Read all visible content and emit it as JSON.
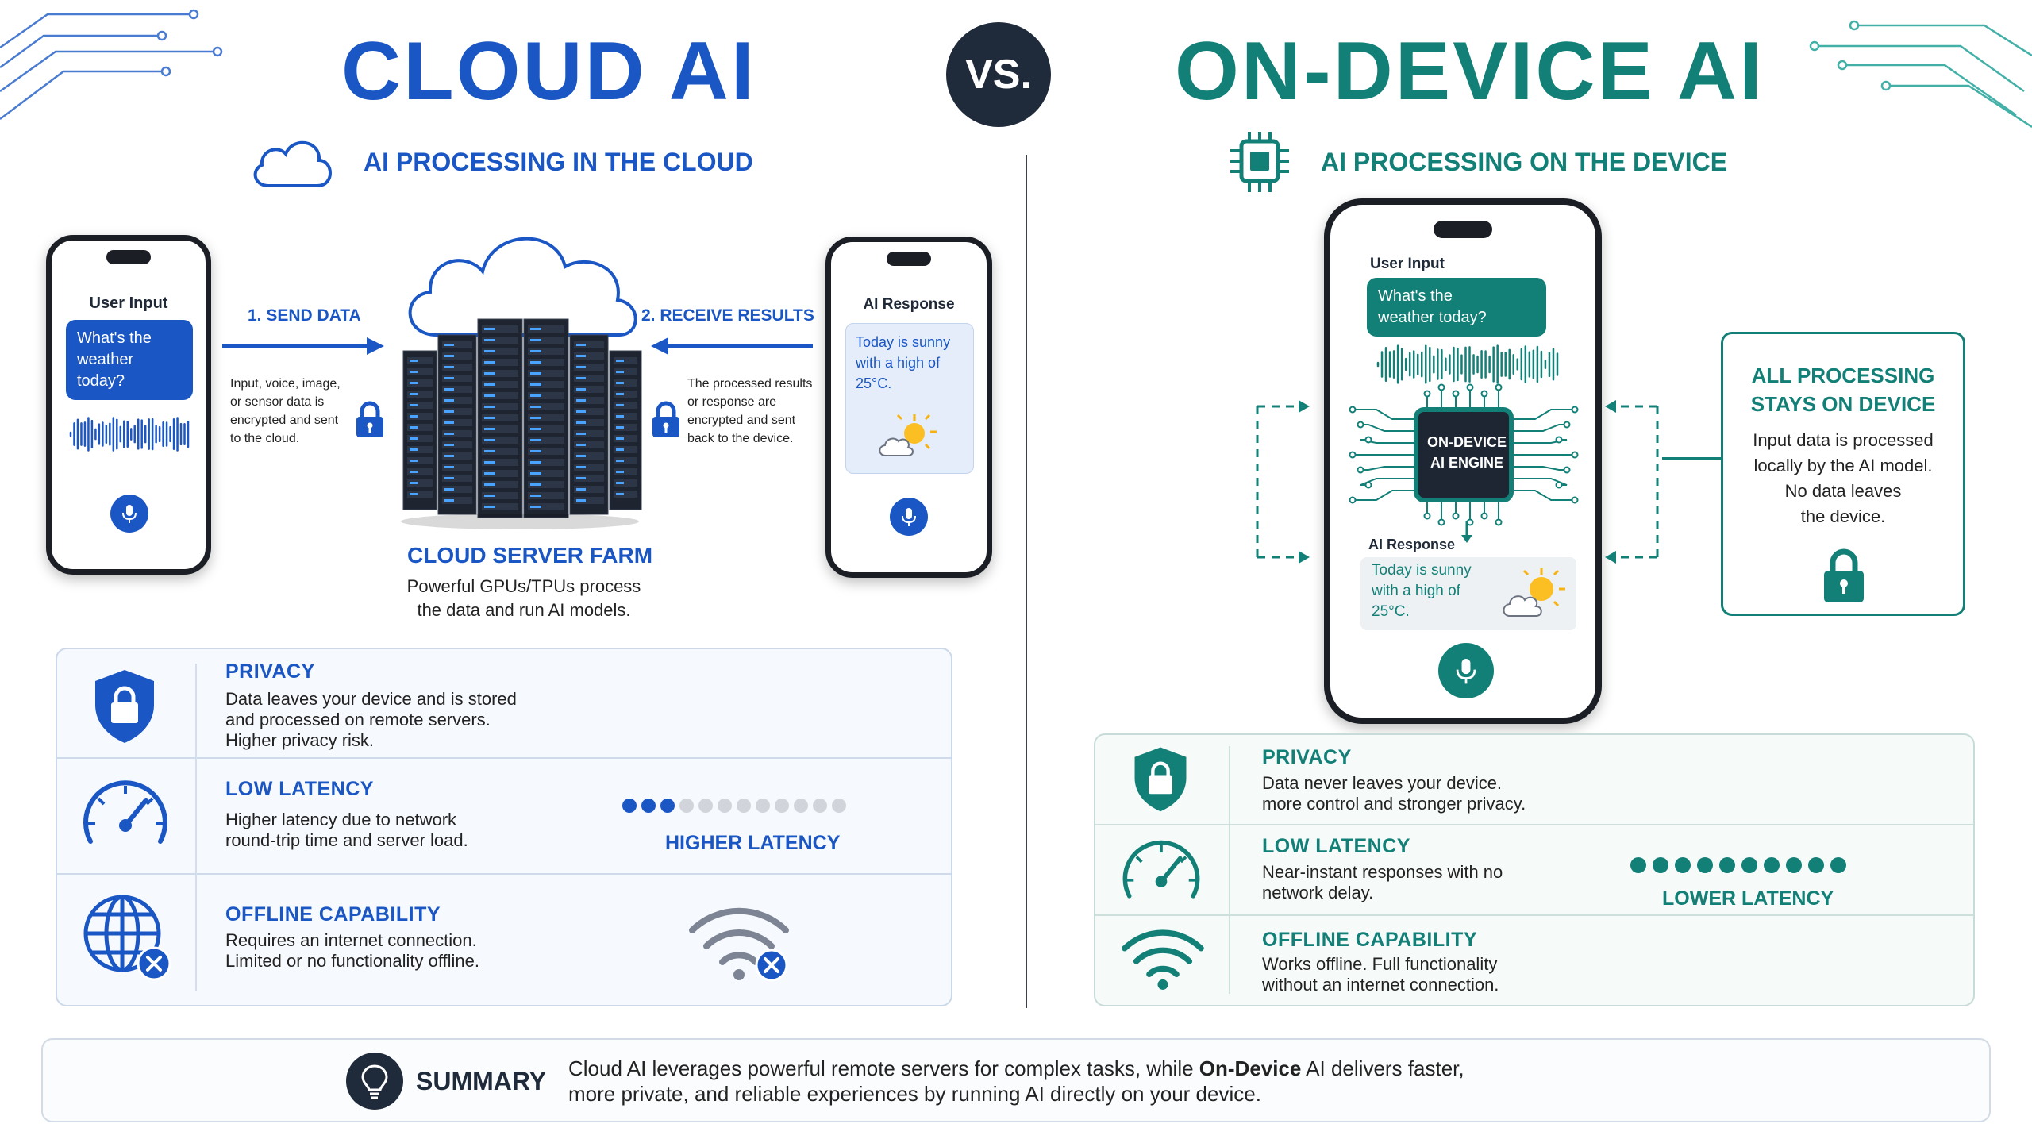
{
  "header": {
    "cloud_title": "CLOUD AI",
    "vs": "VS.",
    "device_title": "ON-DEVICE AI"
  },
  "cloud": {
    "subtitle": "AI PROCESSING IN THE CLOUD",
    "user_phone": {
      "label": "User Input",
      "bubble": [
        "What's the",
        "weather today?"
      ]
    },
    "send": {
      "label": "1. SEND DATA",
      "desc": [
        "Input, voice, image,",
        "or sensor data is",
        "encrypted and sent",
        "to the cloud."
      ]
    },
    "receive": {
      "label": "2. RECEIVE RESULTS",
      "desc": [
        "The processed results",
        "or response are",
        "encrypted and sent",
        "back to the device."
      ]
    },
    "server": {
      "title": "CLOUD SERVER FARM",
      "desc": [
        "Powerful GPUs/TPUs process",
        "the data and run AI models."
      ]
    },
    "response_phone": {
      "label": "AI Response",
      "bubble": [
        "Today is sunny",
        "with a high of",
        "25°C."
      ]
    },
    "features": {
      "privacy": {
        "title": "PRIVACY",
        "desc": [
          "Data leaves your device and is stored",
          "and processed on remote servers.",
          "Higher privacy risk."
        ]
      },
      "latency": {
        "title": "LOW LATENCY",
        "desc": [
          "Higher latency due to network",
          "round-trip time and server load."
        ],
        "indicator": "HIGHER LATENCY",
        "filled_dots": 3,
        "total_dots": 12
      },
      "offline": {
        "title": "OFFLINE CAPABILITY",
        "desc": [
          "Requires an internet connection.",
          "Limited or no functionality offline."
        ]
      }
    }
  },
  "device": {
    "subtitle": "AI PROCESSING ON THE DEVICE",
    "phone": {
      "input_label": "User Input",
      "bubble": [
        "What's the",
        "weather today?"
      ],
      "engine": [
        "ON-DEVICE",
        "AI ENGINE"
      ],
      "response_label": "AI Response",
      "response": [
        "Today is sunny",
        "with a high of",
        "25°C."
      ]
    },
    "callout": {
      "title": [
        "ALL PROCESSING",
        "STAYS ON DEVICE"
      ],
      "desc": [
        "Input data is processed",
        "locally by the AI model.",
        "No data leaves",
        "the device."
      ]
    },
    "features": {
      "privacy": {
        "title": "PRIVACY",
        "desc": [
          "Data never leaves your device.",
          "more control and stronger privacy."
        ]
      },
      "latency": {
        "title": "LOW LATENCY",
        "desc": [
          "Near-instant responses with no",
          "network delay."
        ],
        "indicator": "LOWER LATENCY",
        "filled_dots": 10,
        "total_dots": 10
      },
      "offline": {
        "title": "OFFLINE CAPABILITY",
        "desc": [
          "Works offline. Full functionality",
          "without an internet connection."
        ]
      }
    }
  },
  "summary": {
    "label": "SUMMARY",
    "line1_pre": "Cloud AI leverages powerful remote servers for complex tasks, while ",
    "line1_bold": "On-Device",
    "line1_post": " AI delivers faster,",
    "line2": "more private, and reliable experiences by running AI directly on your device."
  },
  "colors": {
    "cloud_blue": "#1a56c4",
    "device_teal": "#138078",
    "dark": "#1f2a3a"
  }
}
